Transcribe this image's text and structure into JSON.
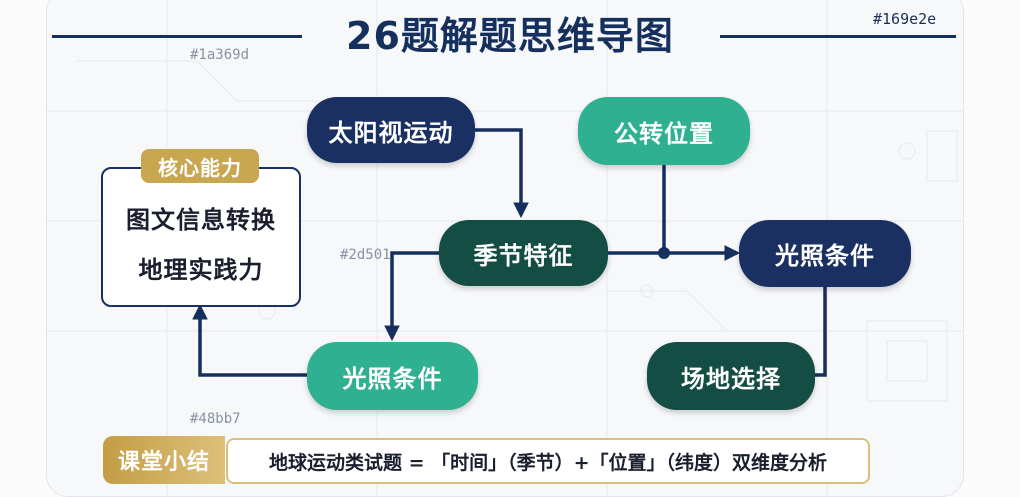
{
  "title": "26题解题思维导图",
  "color_refs": {
    "top_right": "#169e2e",
    "top_left": "#1a369d",
    "middle": "#2d501",
    "bottom": "#48bb7"
  },
  "nodes": {
    "sun_motion": "太阳视运动",
    "revolution": "公转位置",
    "season": "季节特征",
    "light_right": "光照条件",
    "light_left": "光照条件",
    "site": "场地选择"
  },
  "core": {
    "label": "核心能力",
    "line1": "图文信息转换",
    "line2": "地理实践力"
  },
  "summary": {
    "tag": "课堂小结",
    "text": "地球运动类试题 = 「时间」（季节）+「位置」（纬度）双维度分析"
  },
  "colors": {
    "navy": "#1a2f62",
    "green": "#2fb091",
    "dark_green": "#134d44",
    "gold": "#c9a650",
    "line": "#16305e"
  }
}
